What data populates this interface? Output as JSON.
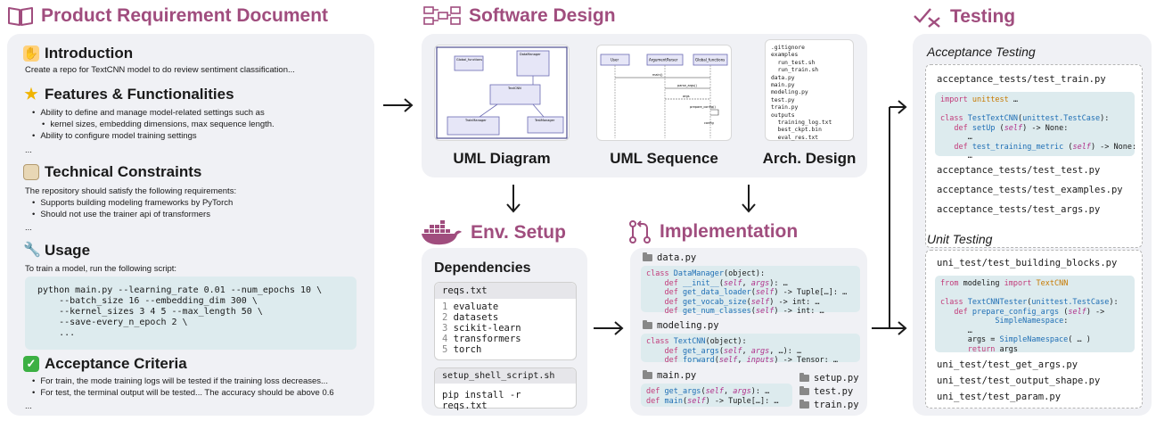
{
  "prd": {
    "title": "Product Requirement Document",
    "intro_heading": "Introduction",
    "intro_text": "Create a repo for TextCNN model to do review sentiment classification...",
    "features_heading": "Features & Functionalities",
    "features_items": [
      "Ability to define and manage model-related settings such as",
      "kernel sizes, embedding dimensions, max sequence length.",
      "Ability to configure model training settings"
    ],
    "features_more": "...",
    "constraints_heading": "Technical Constraints",
    "constraints_text": "The repository should satisfy the following requirements:",
    "constraints_items": [
      "Supports building modeling frameworks by PyTorch",
      "Should not use the trainer api of transformers"
    ],
    "constraints_more": "...",
    "usage_heading": "Usage",
    "usage_text": "To train a model, run the following script:",
    "usage_code": "python main.py --learning_rate 0.01 --num_epochs 10 \\\n    --batch_size 16 --embedding_dim 300 \\\n    --kernel_sizes 3 4 5 --max_length 50 \\\n    --save-every_n_epoch 2 \\\n    ...",
    "acceptance_heading": "Acceptance Criteria",
    "acceptance_items": [
      "For train, the mode training logs will be tested if the training loss decreases...",
      "For test, the terminal output will be tested... The accuracy should be above 0.6"
    ],
    "acceptance_more": "..."
  },
  "software_design": {
    "title": "Software Design",
    "uml_diagram_label": "UML Diagram",
    "uml_sequence_label": "UML Sequence",
    "arch_design_label": "Arch. Design",
    "uml_classes": [
      "DataManager",
      "Global_functions",
      "TextCNN",
      "TrainManager",
      "TestManager"
    ],
    "seq_actors": [
      "User",
      "ArgumentParser",
      "Global_functions"
    ],
    "seq_messages": [
      "main()",
      "parse_args()",
      "args",
      "prepare_config()",
      "config"
    ],
    "arch_tree": [
      ".gitignore",
      "examples",
      "  run_test.sh",
      "  run_train.sh",
      "data.py",
      "main.py",
      "modeling.py",
      "test.py",
      "train.py",
      "outputs",
      "  training_log.txt",
      "  best_ckpt.bin",
      "  eval_res.txt"
    ]
  },
  "env_setup": {
    "title": "Env. Setup",
    "dependencies_heading": "Dependencies",
    "reqs_file": "reqs.txt",
    "reqs": [
      "evaluate",
      "datasets",
      "scikit-learn",
      "transformers",
      "torch"
    ],
    "shell_file": "setup_shell_script.sh",
    "shell_cmd": "pip install -r reqs.txt"
  },
  "implementation": {
    "title": "Implementation",
    "data_file": "data.py",
    "modeling_file": "modeling.py",
    "main_file": "main.py",
    "setup_file": "setup.py",
    "test_file": "test.py",
    "train_file": "train.py"
  },
  "testing": {
    "title": "Testing",
    "acceptance_heading": "Acceptance Testing",
    "acceptance_files": [
      "acceptance_tests/test_train.py",
      "acceptance_tests/test_test.py",
      "acceptance_tests/test_examples.py",
      "acceptance_tests/test_args.py"
    ],
    "unit_heading": "Unit Testing",
    "unit_files": [
      "uni_test/test_building_blocks.py",
      "uni_test/test_get_args.py",
      "uni_test/test_output_shape.py",
      "uni_test/test_param.py"
    ]
  },
  "colors": {
    "accent": "#a04d7e",
    "panel": "#f0f1f5",
    "code_bg": "#ddebee"
  }
}
